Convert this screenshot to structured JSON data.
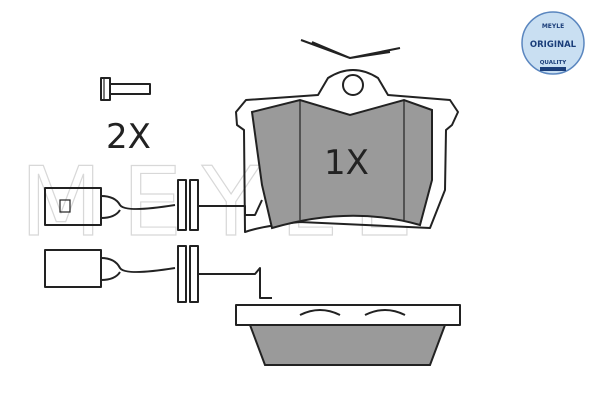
{
  "labels": {
    "bolt_qty": "2X",
    "pad_qty": "1X"
  },
  "watermark": "MEYLE",
  "logo": {
    "brand": "MEYLE",
    "text": "ORIGINAL",
    "sub": "QUALITY",
    "bg": "#c9dff2",
    "ring": "#1b3e7a"
  },
  "colors": {
    "friction": "#9a9a9a",
    "line": "#222222"
  }
}
